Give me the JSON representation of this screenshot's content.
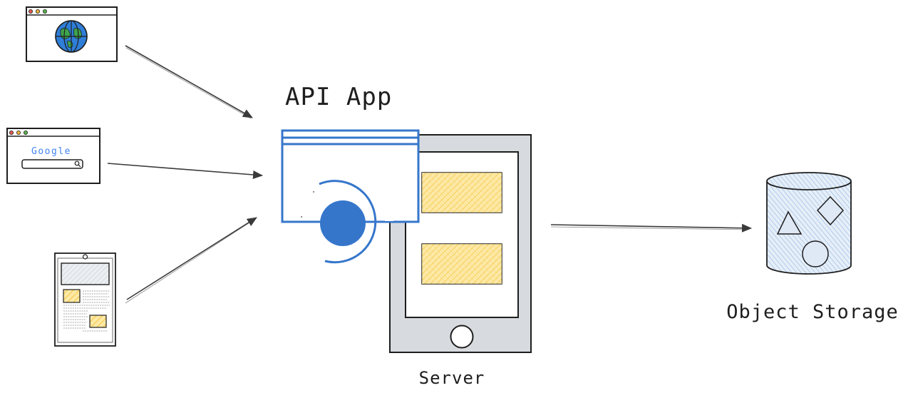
{
  "labels": {
    "api_app": "API App",
    "server": "Server",
    "object_storage": "Object Storage",
    "google_logo": "Google"
  },
  "colors": {
    "stroke": "#1e1e1e",
    "blue": "#3576cb",
    "hatch_yellow": "#f4c542",
    "hatch_yellow_bg": "#fde9a6",
    "storage_blue": "#9ec1e6",
    "server_gray": "#d7dade",
    "globe_green": "#3ea44b",
    "dot_red": "#e15b4f",
    "dot_yellow": "#f1b23c",
    "dot_green": "#5ab54b"
  },
  "icons": {
    "client_web": "globe-browser-icon",
    "client_search": "google-search-browser-icon",
    "client_tablet": "tablet-document-icon",
    "api_app": "api-app-window-icon",
    "server": "server-device-icon",
    "storage": "object-storage-cylinder-icon"
  }
}
